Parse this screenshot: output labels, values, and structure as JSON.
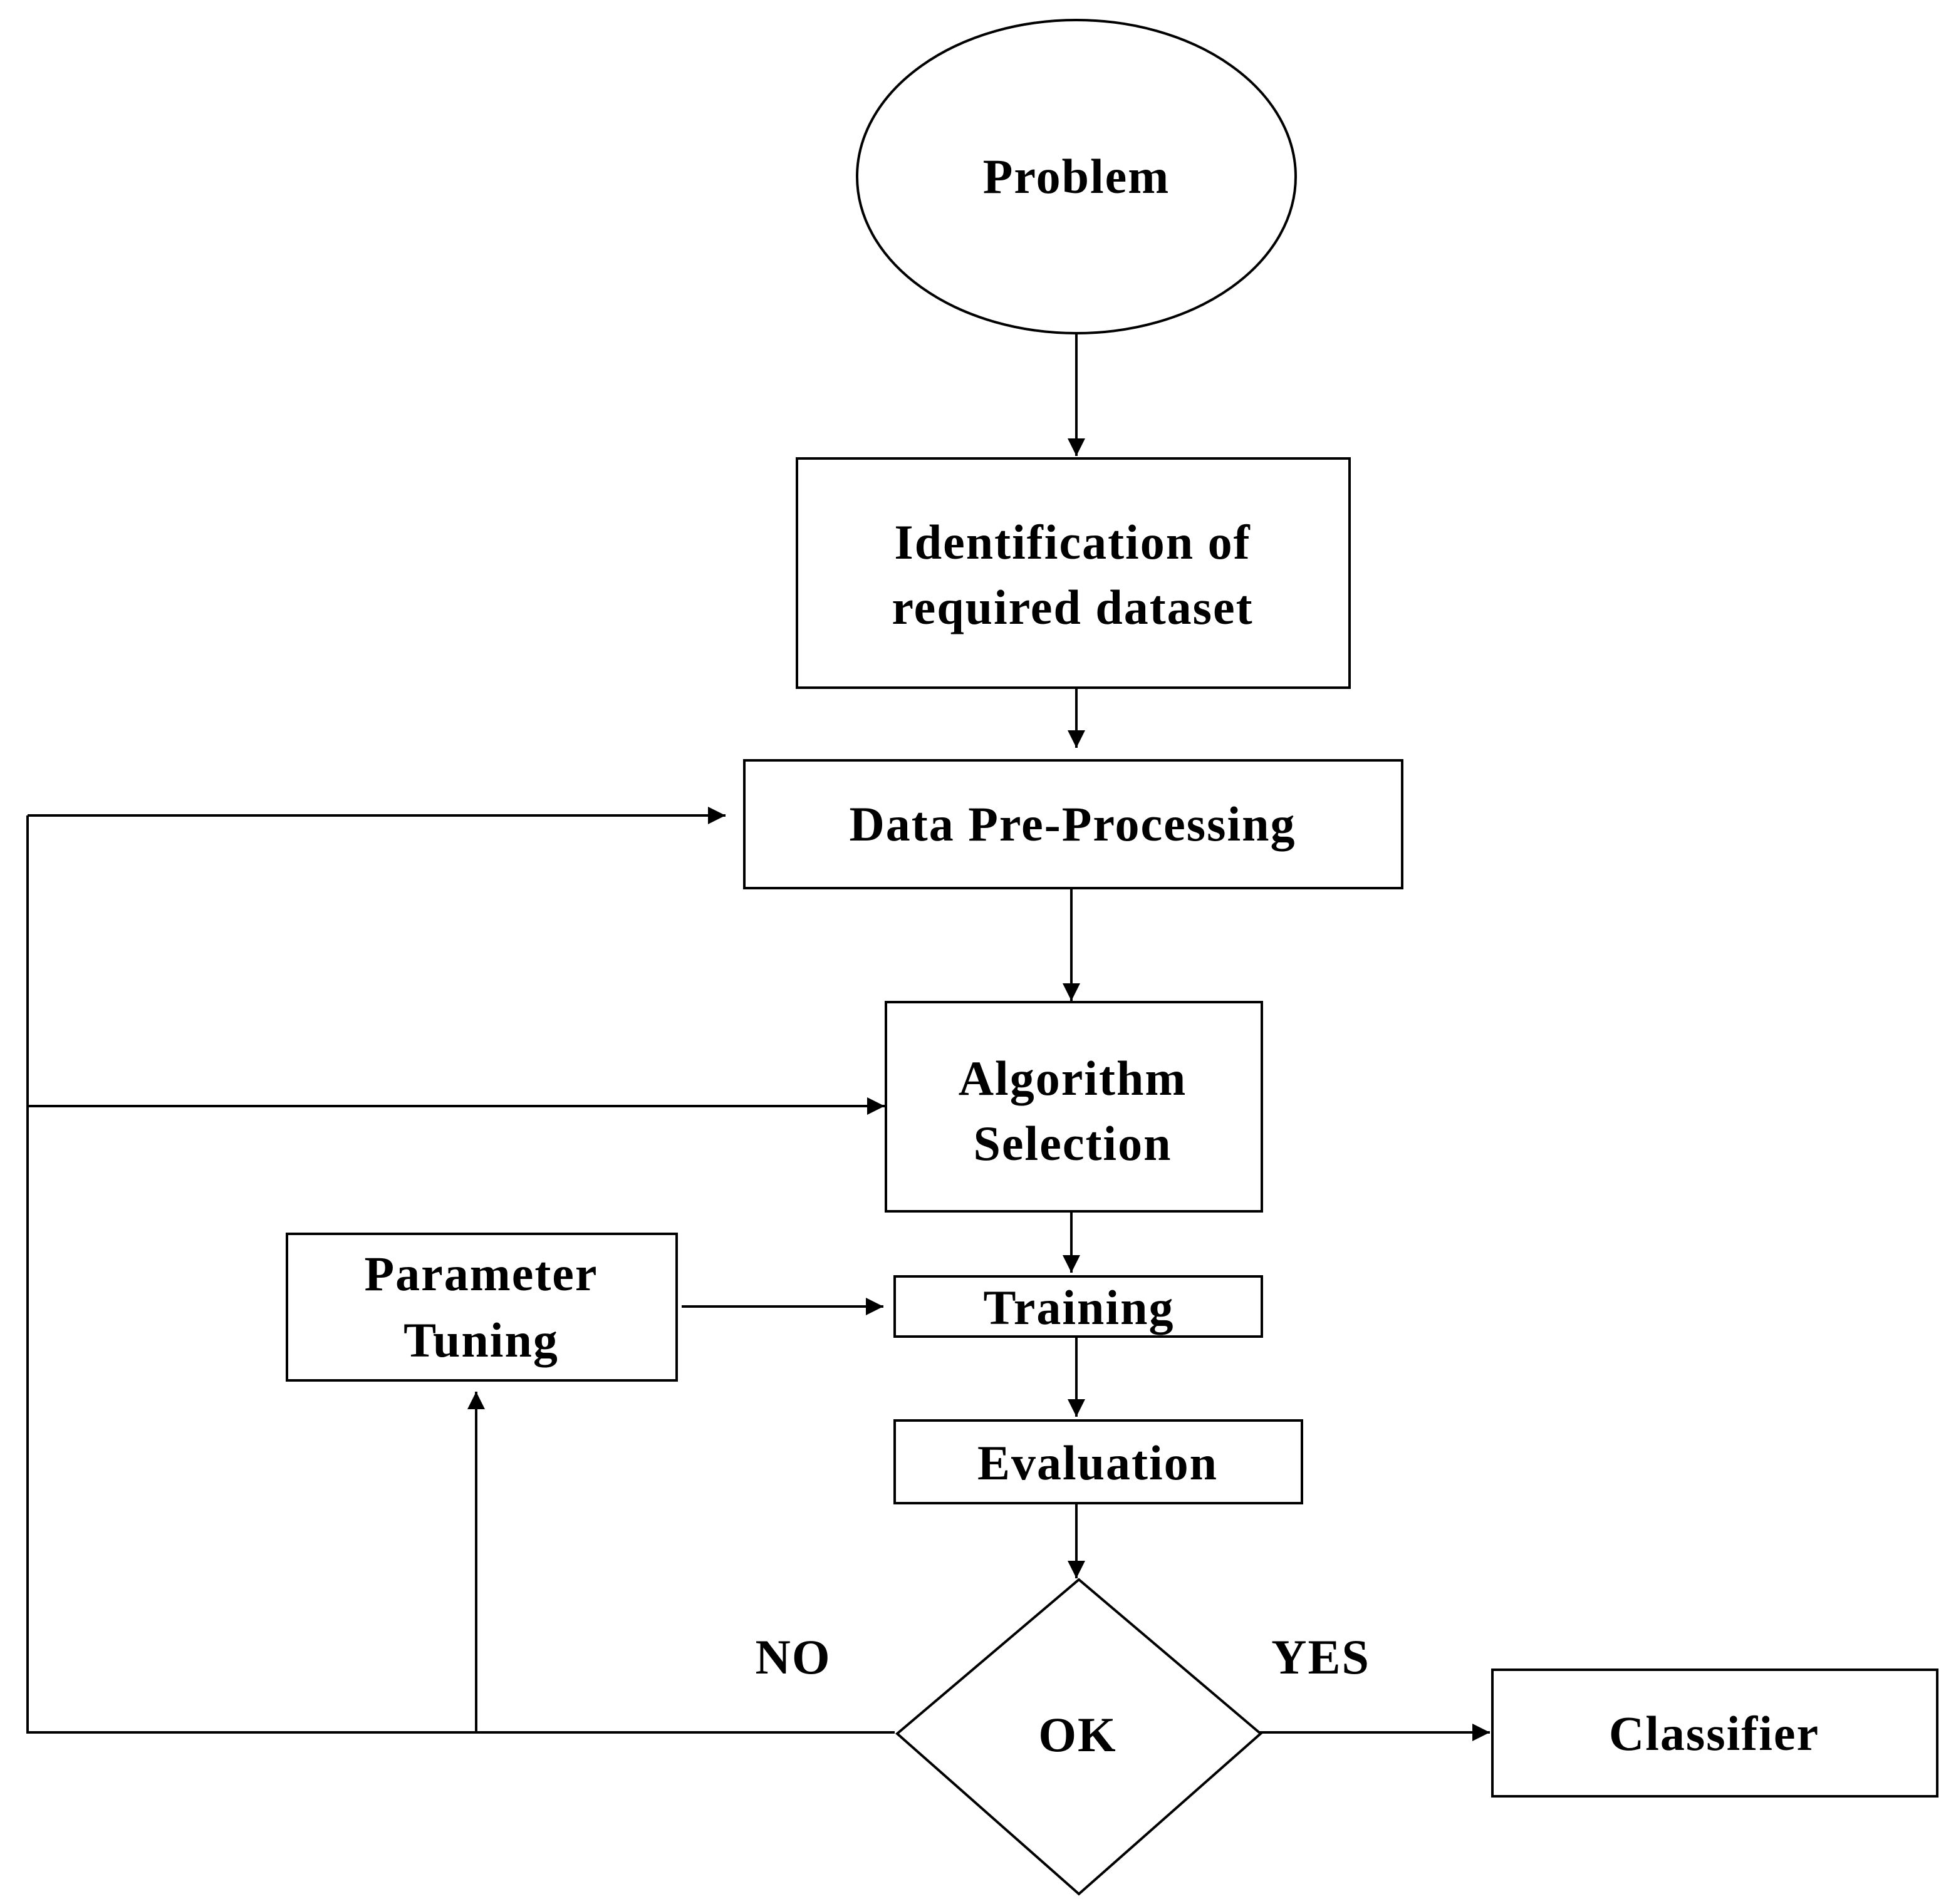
{
  "nodes": {
    "problem": {
      "label": "Problem",
      "shape": "ellipse"
    },
    "identification": {
      "line1": "Identification of",
      "line2": "required dataset",
      "shape": "rectangle"
    },
    "preprocessing": {
      "label": "Data Pre-Processing",
      "shape": "rectangle"
    },
    "algorithm": {
      "line1": "Algorithm",
      "line2": "Selection",
      "shape": "rectangle"
    },
    "parameter_tuning": {
      "line1": "Parameter",
      "line2": "Tuning",
      "shape": "rectangle"
    },
    "training": {
      "label": "Training",
      "shape": "rectangle"
    },
    "evaluation": {
      "label": "Evaluation",
      "shape": "rectangle"
    },
    "decision": {
      "label": "OK",
      "shape": "diamond"
    },
    "classifier": {
      "label": "Classifier",
      "shape": "rectangle"
    }
  },
  "edge_labels": {
    "no": "NO",
    "yes": "YES"
  },
  "edges": [
    {
      "from": "Problem",
      "to": "Identification of required dataset"
    },
    {
      "from": "Identification of required dataset",
      "to": "Data Pre-Processing"
    },
    {
      "from": "Data Pre-Processing",
      "to": "Algorithm Selection"
    },
    {
      "from": "Algorithm Selection",
      "to": "Training"
    },
    {
      "from": "Parameter Tuning",
      "to": "Training"
    },
    {
      "from": "Training",
      "to": "Evaluation"
    },
    {
      "from": "Evaluation",
      "to": "OK"
    },
    {
      "from": "OK",
      "to": "Classifier",
      "label": "YES"
    },
    {
      "from": "OK",
      "to": "Parameter Tuning",
      "label": "NO"
    },
    {
      "from": "OK",
      "to": "Algorithm Selection",
      "label": "NO"
    },
    {
      "from": "OK",
      "to": "Data Pre-Processing",
      "label": "NO"
    }
  ]
}
